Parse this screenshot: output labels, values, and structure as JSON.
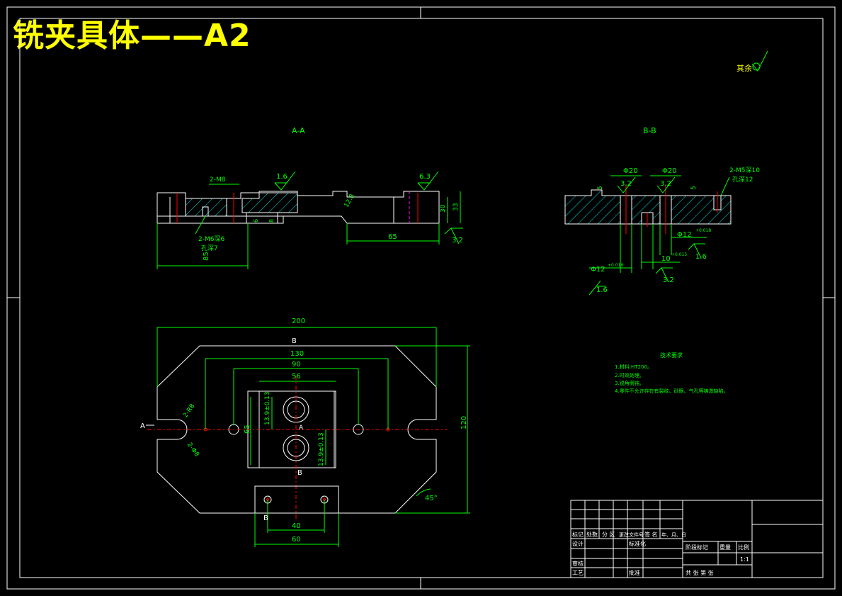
{
  "title": "铣夹具体——A2",
  "surface_note": "其余",
  "views": {
    "section_aa": "A-A",
    "section_bb": "B-B"
  },
  "dims_aa": {
    "thread_top": "2-M8",
    "rough_1": "1.6",
    "rough_2": "6.3",
    "rough_3": "3.2",
    "chamfer": "12.8",
    "h30": "30",
    "h33": "33",
    "d6": "6",
    "d8": "8",
    "w65": "65",
    "thread_bottom_1": "2-M6深6",
    "thread_bottom_2": "孔深7",
    "w85": "85"
  },
  "dims_bb": {
    "phi20a": "Φ20",
    "phi20b": "Φ20",
    "rough_a": "3.2",
    "rough_b": "3.2",
    "five_a": "5",
    "five_b": "5",
    "thread_1": "2-M5深10",
    "thread_2": "孔深12",
    "phi12_right": "Φ12",
    "phi12_right_tol": "+0.018",
    "phi10": "10",
    "phi10_tol": "+0.015",
    "phi12_left": "Φ12",
    "phi12_left_tol": "+0.018",
    "rough_c": "1.6",
    "rough_d": "3.2",
    "rough_e": "1.6"
  },
  "dims_plan": {
    "w200": "200",
    "w130": "130",
    "w90": "90",
    "w56": "56",
    "h65": "65",
    "h120": "120",
    "tol_a": "13.9±0.13",
    "tol_b": "13.9±0.13",
    "r2a": "2-R8",
    "r2b": "2-Φ8",
    "angle": "45°",
    "w40": "40",
    "w60": "60",
    "mark_a_left": "A",
    "mark_a_center": "A",
    "mark_b_top": "B",
    "mark_b_mid": "B",
    "mark_b_bottom": "B"
  },
  "notes": {
    "heading": "技术要求",
    "items": [
      "1.材料:HT200。",
      "2.时效处理。",
      "3.锐角倒钝。",
      "4.零件不允许存在有裂纹、砂眼、气孔等铸造缺陷。"
    ]
  },
  "title_block": {
    "row_labels": [
      "标记",
      "处数",
      "分 区",
      "更改文件号",
      "签 名",
      "年、月、日"
    ],
    "design": "设计",
    "standardize": "标准化",
    "stage_marks": "阶段标记",
    "weight": "重量",
    "scale": "比例",
    "scale_value": "1:1",
    "review": "审核",
    "process": "工艺",
    "approve": "批准",
    "sheets": "共   张   第   张"
  }
}
